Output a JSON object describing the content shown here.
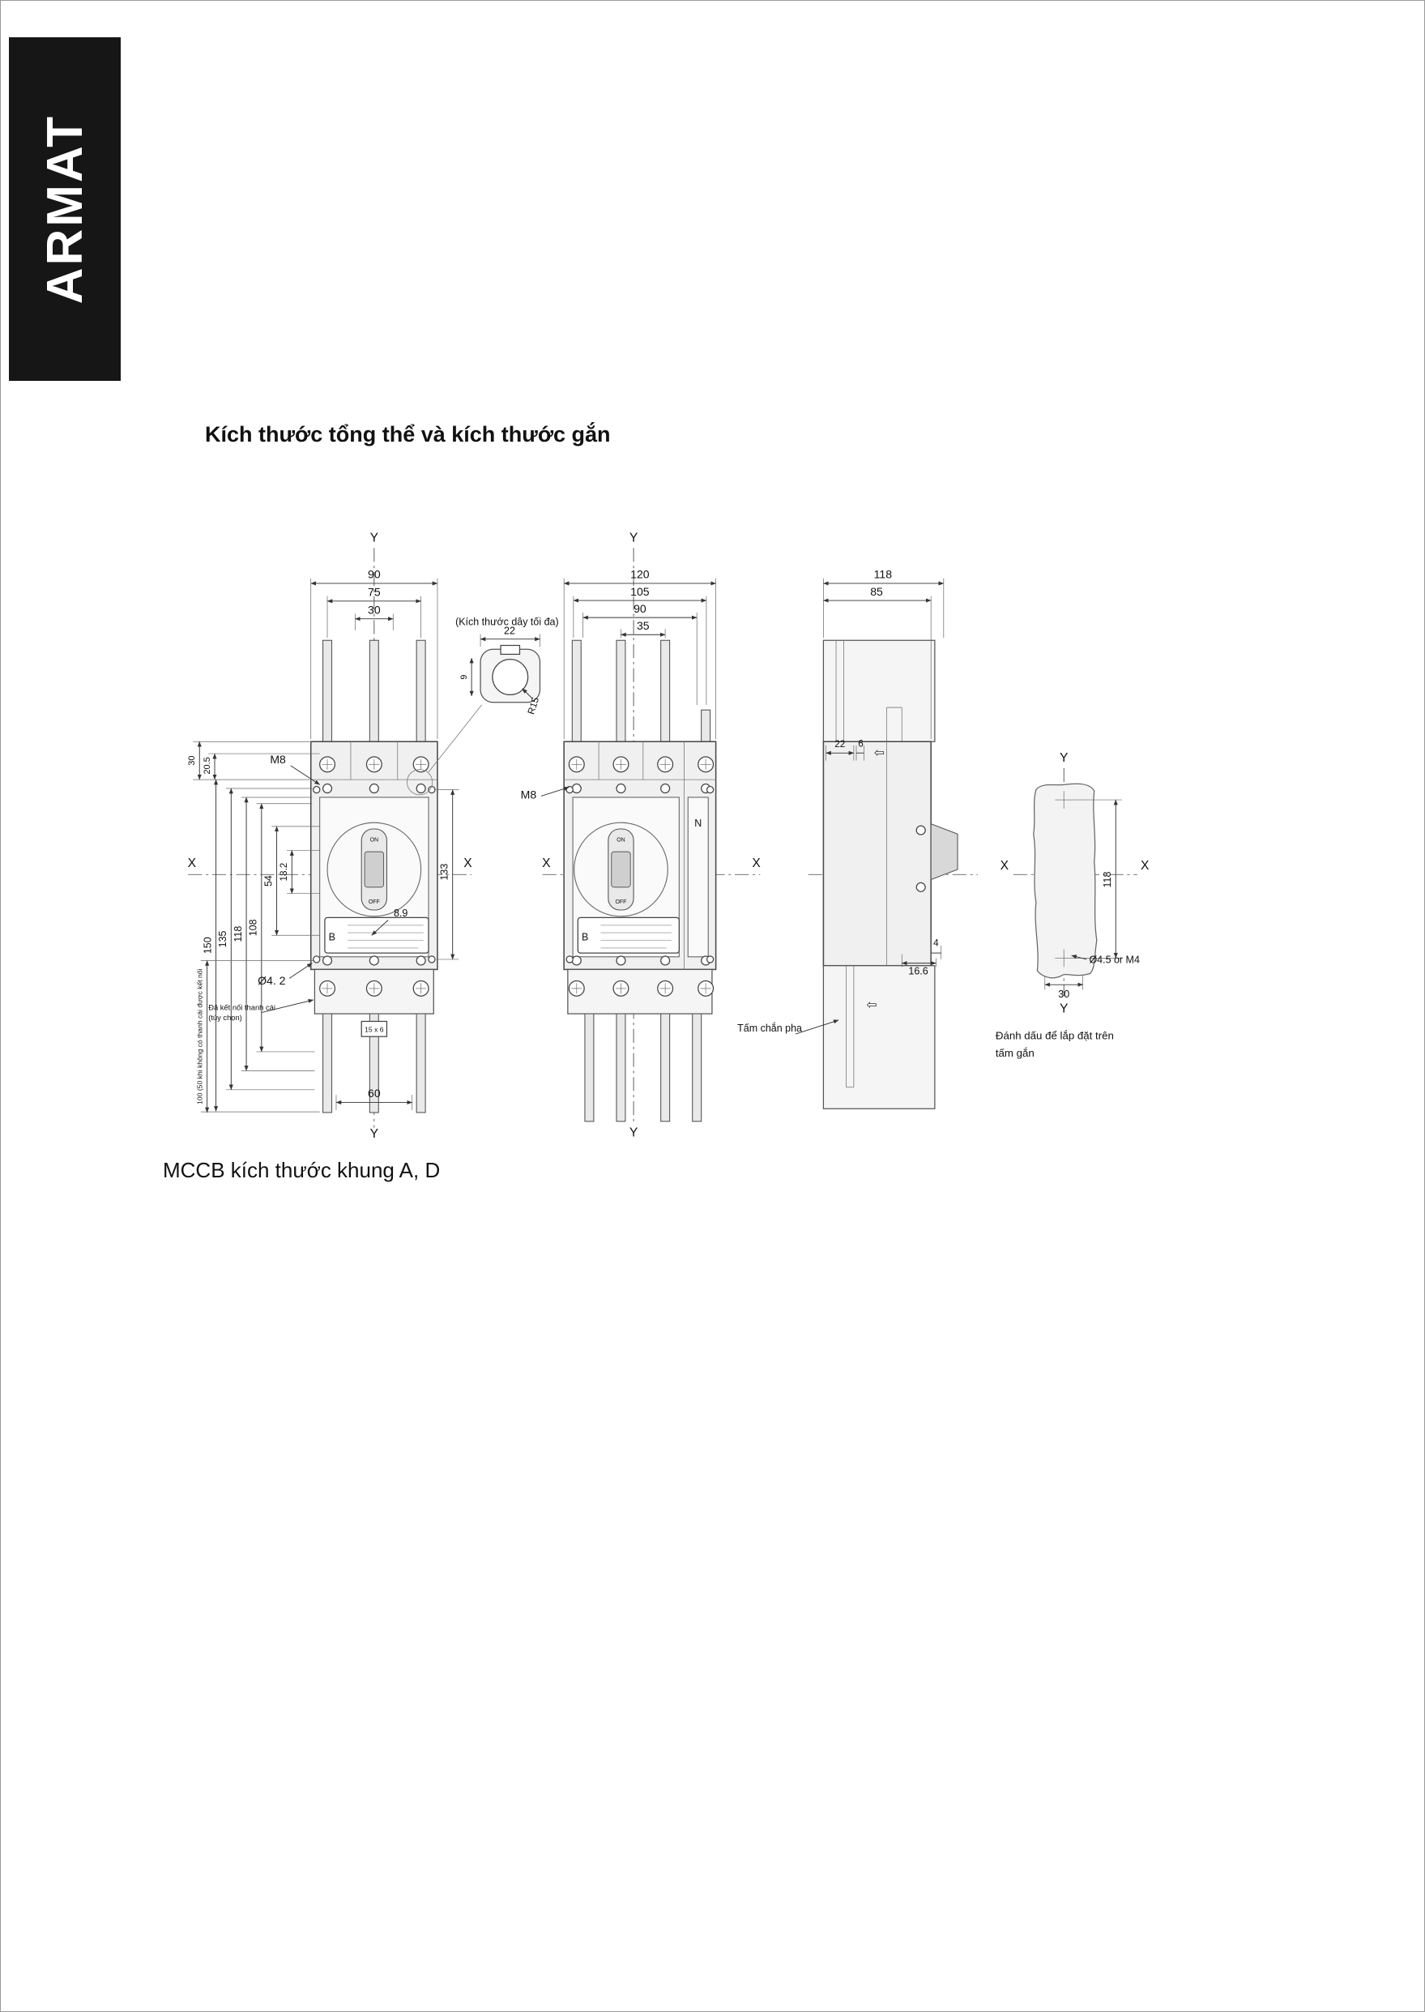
{
  "brand": "ARMAT",
  "page": {
    "title": "Kích thước tổng thể và kích thước gắn",
    "caption": "MCCB kích thước khung A, D"
  },
  "axis": {
    "x": "X",
    "y": "Y"
  },
  "labels": {
    "on": "ON",
    "off": "OFF",
    "plate_letter": "B"
  },
  "icons": {
    "direction_arrow": "⇦"
  },
  "front3p": {
    "dim_width_overall": "90",
    "dim_width_poles": "75",
    "dim_pole_pitch": "30",
    "dim_top_30": "30",
    "dim_top_20_5": "20.5",
    "terminal_screw": "M8",
    "dim_h_150": "150",
    "dim_h_135": "135",
    "dim_h_118": "118",
    "dim_h_108": "108",
    "dim_h_54": "54",
    "dim_h_18_2": "18.2",
    "dim_h_133": "133",
    "dim_8_9": "8.9",
    "mount_hole": "Ø4. 2",
    "slot": "15 x 6",
    "dim_bottom_60": "60",
    "note_busbar_line1": "Đã kết nối thanh cái",
    "note_busbar_line2": "(tùy chọn)",
    "note_extension": "100 (50 khi không có thanh cái được kết nối"
  },
  "wire_detail": {
    "label": "(Kích thước dây tối đa)",
    "dim_22": "22",
    "dim_9": "9",
    "radius": "R15"
  },
  "front4p": {
    "dim_width_overall": "120",
    "dim_105": "105",
    "dim_90": "90",
    "dim_pole_pitch": "35",
    "terminal_screw": "M8",
    "neutral": "N"
  },
  "side": {
    "dim_depth_overall": "118",
    "dim_depth_case": "85",
    "dim_22": "22",
    "dim_6": "6",
    "dim_4": "4",
    "dim_16_6": "16.6",
    "phase_barrier": "Tấm chắn pha"
  },
  "mounting": {
    "dim_118": "118",
    "dim_30": "30",
    "hole": "Ø4.5 or M4",
    "caption_line1": "Đánh dấu để lắp đặt trên",
    "caption_line2": "tấm gắn"
  }
}
